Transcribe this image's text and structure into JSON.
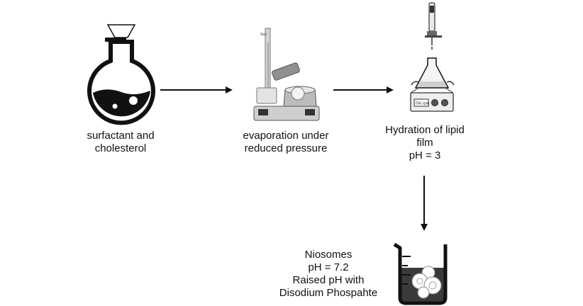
{
  "steps": [
    {
      "lines": [
        "surfactant and",
        "cholesterol"
      ],
      "icon": "round-bottom-flask-icon"
    },
    {
      "lines": [
        "evaporation under",
        "reduced pressure"
      ],
      "icon": "rotary-evaporator-icon"
    },
    {
      "lines": [
        "Hydration of lipid",
        "film",
        "pH = 3"
      ],
      "icon": "burette-stirrer-icon"
    },
    {
      "lines": [
        "Niosomes",
        "pH = 7.2",
        "Raised pH with",
        "Disodium Phospahte"
      ],
      "icon": "beaker-icon"
    }
  ],
  "devices": {
    "evaporator_display": "Sep",
    "stirrer_display": "756 rpm"
  },
  "colors": {
    "ink": "#111111",
    "liquid": "#3a3a3a",
    "device_light": "#d9d9d9",
    "device_mid": "#9a9a9a"
  }
}
